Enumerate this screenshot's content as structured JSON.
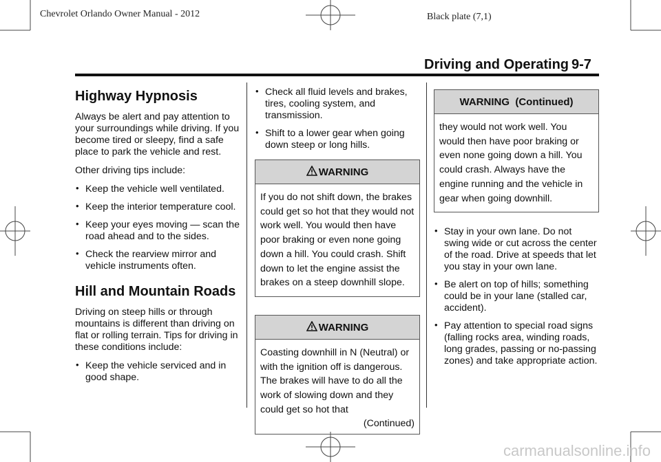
{
  "header": {
    "manual_title": "Chevrolet Orlando Owner Manual - 2012",
    "plate": "Black plate (7,1)",
    "section": "Driving and Operating",
    "page": "9-7"
  },
  "col1": {
    "h1": "Highway Hypnosis",
    "p1": "Always be alert and pay attention to your surroundings while driving. If you become tired or sleepy, find a safe place to park the vehicle and rest.",
    "p2": "Other driving tips include:",
    "bullets1": [
      "Keep the vehicle well ventilated.",
      "Keep the interior temperature cool.",
      "Keep your eyes moving — scan the road ahead and to the sides.",
      "Check the rearview mirror and vehicle instruments often."
    ],
    "h2": "Hill and Mountain Roads",
    "p3": "Driving on steep hills or through mountains is different than driving on flat or rolling terrain. Tips for driving in these conditions include:",
    "bullets2": [
      "Keep the vehicle serviced and in good shape."
    ]
  },
  "col2": {
    "bullets": [
      "Check all fluid levels and brakes, tires, cooling system, and transmission.",
      "Shift to a lower gear when going down steep or long hills."
    ],
    "warning1": {
      "title": "WARNING",
      "body": "If you do not shift down, the brakes could get so hot that they would not work well. You would then have poor braking or even none going down a hill. You could crash. Shift down to let the engine assist the brakes on a steep downhill slope."
    },
    "warning2": {
      "title": "WARNING",
      "body": "Coasting downhill in N (Neutral) or with the ignition off is dangerous. The brakes will have to do all the work of slowing down and they could get so hot that",
      "continued": "(Continued)"
    }
  },
  "col3": {
    "warning_cont": {
      "title": "WARNING  (Continued)",
      "body": "they would not work well. You would then have poor braking or even none going down a hill. You could crash. Always have the engine running and the vehicle in gear when going downhill."
    },
    "bullets": [
      "Stay in your own lane. Do not swing wide or cut across the center of the road. Drive at speeds that let you stay in your own lane.",
      "Be alert on top of hills; something could be in your lane (stalled car, accident).",
      "Pay attention to special road signs (falling rocks area, winding roads, long grades, passing or no-passing zones) and take appropriate action."
    ]
  },
  "watermark": "carmanualsonline.info",
  "icons": {
    "warning": "warning-triangle-icon"
  }
}
